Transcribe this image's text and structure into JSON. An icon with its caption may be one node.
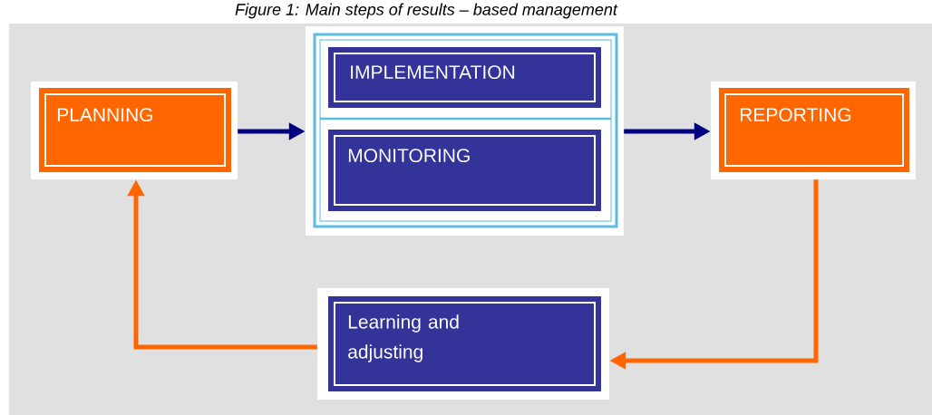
{
  "diagram": {
    "title": "Figure 1: Main steps of results – based management",
    "nodes": [
      {
        "text": [
          "PLANNING"
        ]
      },
      {
        "text": [],
        "shape": "box"
      },
      {
        "text": [
          "IMPLEMENTATION"
        ],
        "in": 1
      },
      {
        "text": [
          "MONITORING"
        ],
        "in": 1
      },
      {
        "text": [
          "REPORTING"
        ]
      },
      {
        "text": [
          "Learning and adjusting"
        ]
      }
    ],
    "edges": [
      {
        "from": 0,
        "to": 1,
        "arrow": "to",
        "color": "#000080"
      },
      {
        "from": 1,
        "to": 4,
        "arrow": "to",
        "color": "#000080"
      },
      {
        "from": 4,
        "to": 5,
        "arrow": "to",
        "color": "#ff6600"
      },
      {
        "from": 5,
        "to": 0,
        "arrow": "to",
        "color": "#ff6600"
      }
    ]
  }
}
